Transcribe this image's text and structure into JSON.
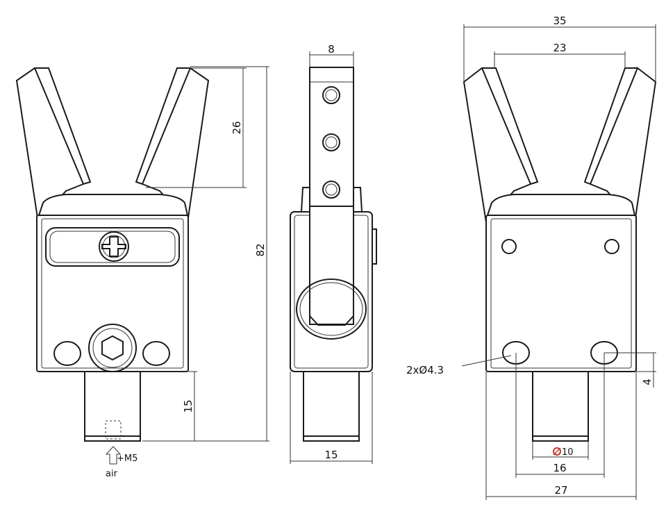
{
  "dimensions": {
    "front_finger_length": "26",
    "front_total_height": "82",
    "front_spigot_height": "15",
    "air_port": "M5",
    "air_label": "air",
    "side_finger_width": "8",
    "side_body_width": "15",
    "back_open_width": "35",
    "back_inner_width": "23",
    "back_hole_label": "2xØ4.3",
    "back_hole_offset": "4",
    "back_spigot_dia": "10",
    "back_hole_spacing": "16",
    "back_body_width": "27"
  },
  "colors": {
    "line": "#1a1a1a",
    "accent": "#c0392b"
  }
}
